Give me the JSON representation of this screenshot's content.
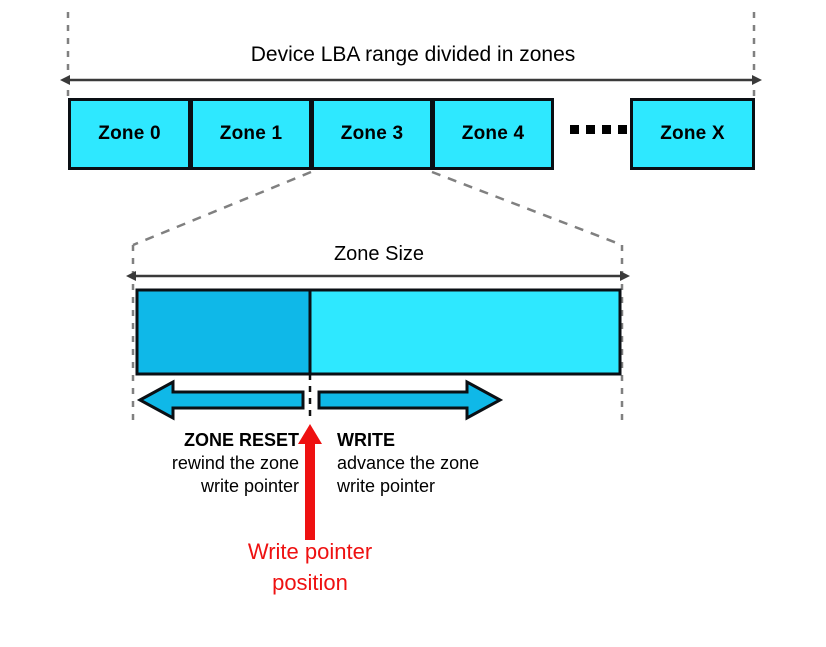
{
  "diagram": {
    "title_top": "Device LBA range divided in zones",
    "title_zone": "Zone Size",
    "zones": [
      {
        "label": "Zone 0"
      },
      {
        "label": "Zone 1"
      },
      {
        "label": "Zone 3"
      },
      {
        "label": "Zone 4"
      },
      {
        "label": "Zone X"
      }
    ],
    "ellipsis_dot_count": 4,
    "reset": {
      "heading": "ZONE RESET",
      "line1": "rewind the zone",
      "line2": "write pointer"
    },
    "write": {
      "heading": "WRITE",
      "line1": "advance the zone",
      "line2": "write pointer"
    },
    "write_pointer": {
      "line1": "Write pointer",
      "line2": "position"
    },
    "colors": {
      "zone_fill": "#2EE8FF",
      "written_fill": "#0FB8E8",
      "outline": "#0a0f14",
      "arrow_fill": "#0FB8E8",
      "pointer_red": "#EE1111",
      "dashed_gray": "#808080",
      "measure_arrow": "#3a3a3a"
    }
  }
}
